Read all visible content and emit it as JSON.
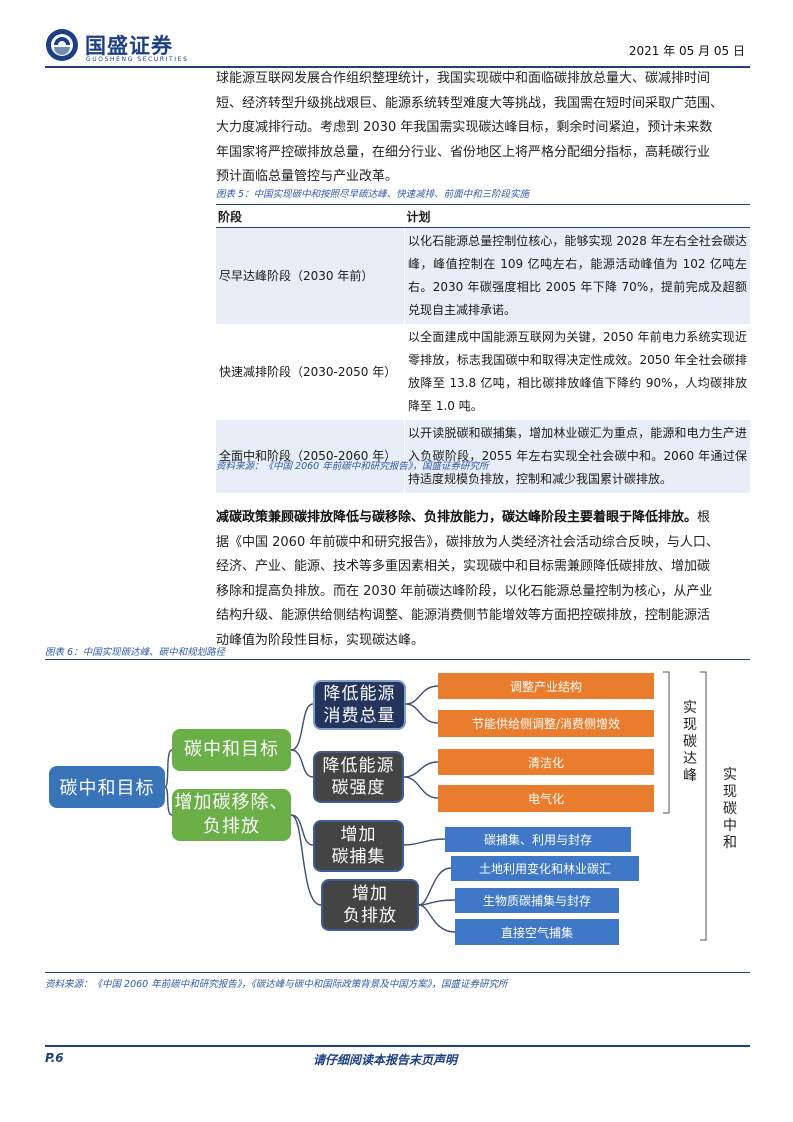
{
  "header": {
    "logo_text": "国盛证券",
    "logo_en": "GUOSHENG SECURITIES",
    "date": "2021 年 05 月 05 日"
  },
  "intro_lines": [
    "球能源互联网发展合作组织整理统计，我国实现碳中和面临碳排放总量大、碳减排时间",
    "短、经济转型升级挑战艰巨、能源系统转型难度大等挑战，我国需在短时间采取广范围、",
    "大力度减排行动。考虑到 2030 年我国需实现碳达峰目标，剩余时间紧迫，预计未来数",
    "年国家将严控碳排放总量，在细分行业、省份地区上将严格分配细分指标，高耗碳行业",
    "预计面临总量管控与产业改革。"
  ],
  "table5": {
    "caption": "图表 5：中国实现碳中和按照尽早碳达峰、快速减排、前面中和三阶段实施",
    "headers": [
      "阶段",
      "计划"
    ],
    "rows": [
      {
        "stage": "尽早达峰阶段（2030 年前）",
        "plan": "以化石能源总量控制位核心，能够实现 2028 年左右全社会碳达峰，峰值控制在 109 亿吨左右，能源活动峰值为 102 亿吨左右。2030 年碳强度相比 2005 年下降 70%，提前完成及超额兑现自主减排承诺。"
      },
      {
        "stage": "快速减排阶段（2030-2050 年）",
        "plan": "以全面建成中国能源互联网为关键，2050 年前电力系统实现近零排放，标志我国碳中和取得决定性成效。2050 年全社会碳排放降至 13.8 亿吨，相比碳排放峰值下降约 90%，人均碳排放降至 1.0 吨。"
      },
      {
        "stage": "全面中和阶段（2050-2060 年）",
        "plan": "以开读脱碳和碳捕集，增加林业碳汇为重点，能源和电力生产进入负碳阶段，2055 年左右实现全社会碳中和。2060 年通过保持适度规模负排放，控制和减少我国累计碳排放。"
      }
    ],
    "source": "资料来源：《中国 2060 年前碳中和研究报告》，国盛证券研究所"
  },
  "para2": {
    "bold": "减碳政策兼顾碳排放降低与碳移除、负排放能力，碳达峰阶段主要着眼于降低排放。",
    "lines": [
      "根",
      "据《中国 2060 年前碳中和研究报告》，碳排放为人类经济社会活动综合反映，与人口、",
      "经济、产业、能源、技术等多重因素相关，实现碳中和目标需兼顾降低碳排放、增加碳",
      "移除和提高负排放。而在 2030 年前碳达峰阶段，以化石能源总量控制为核心，从产业",
      "结构升级、能源供给侧结构调整、能源消费侧节能增效等方面把控碳排放，控制能源活",
      "动峰值为阶段性目标，实现碳达峰。"
    ]
  },
  "figure6": {
    "caption": "图表 6：中国实现碳达峰、碳中和规划路径",
    "root": "碳中和目标",
    "goal": "碳中和目标",
    "removal": [
      "增加碳移除、",
      "负排放"
    ],
    "measures": {
      "reduce_total": [
        "降低能源",
        "消费总量"
      ],
      "reduce_intensity": [
        "降低能源",
        "碳强度"
      ],
      "capture": [
        "增加",
        "碳捕集"
      ],
      "negative": [
        "增加",
        "负排放"
      ]
    },
    "leaves": {
      "industry": "调整产业结构",
      "efficiency": "节能供给侧调整/消费侧增效",
      "clean": "清洁化",
      "electric": "电气化",
      "ccus": "碳捕集、利用与封存",
      "land": "土地利用变化和林业碳汇",
      "bio": "生物质碳捕集与封存",
      "dac": "直接空气捕集"
    },
    "peak_label": [
      "实",
      "现",
      "碳",
      "达",
      "峰"
    ],
    "neutral_label": [
      "实",
      "现",
      "碳",
      "中",
      "和"
    ],
    "source": "资料来源：《中国 2060 年前碳中和研究报告》，《碳达峰与碳中和国际政策背景及中国方案》，国盛证券研究所",
    "colors": {
      "root": "#3973b8",
      "green": "#6aaf47",
      "orange": "#ea7d2d",
      "blue": "#3f78c6",
      "navy": "#23355d",
      "dark": "#444444"
    }
  },
  "footer": {
    "page": "P.6",
    "disclaimer": "请仔细阅读本报告末页声明"
  }
}
